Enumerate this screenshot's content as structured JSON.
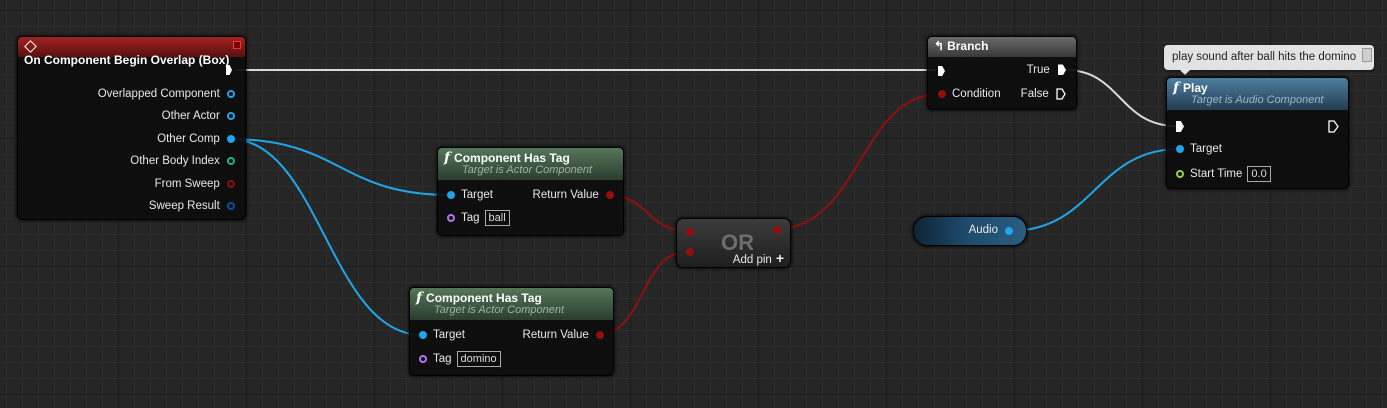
{
  "event_node": {
    "title": "On Component Begin Overlap (Box)",
    "outputs": [
      "Overlapped Component",
      "Other Actor",
      "Other Comp",
      "Other Body Index",
      "From Sweep",
      "Sweep Result"
    ]
  },
  "has_tag_1": {
    "title": "Component Has Tag",
    "subtitle": "Target is Actor Component",
    "target_label": "Target",
    "tag_label": "Tag",
    "tag_value": "ball",
    "return_label": "Return Value"
  },
  "has_tag_2": {
    "title": "Component Has Tag",
    "subtitle": "Target is Actor Component",
    "target_label": "Target",
    "tag_label": "Tag",
    "tag_value": "domino",
    "return_label": "Return Value"
  },
  "or_node": {
    "title": "OR",
    "add_pin_label": "Add pin"
  },
  "branch_node": {
    "title": "Branch",
    "condition_label": "Condition",
    "true_label": "True",
    "false_label": "False"
  },
  "audio_variable": {
    "label": "Audio"
  },
  "play_node": {
    "title": "Play",
    "subtitle": "Target is Audio Component",
    "target_label": "Target",
    "start_time_label": "Start Time",
    "start_time_value": "0.0"
  },
  "comment": {
    "text": "play sound after ball hits the domino"
  },
  "colors": {
    "object_pin": "#1fa6e8",
    "bool_pin": "#930f0f",
    "int_pin": "#1fb582",
    "name_pin": "#b277ef",
    "float_pin": "#9ad045",
    "exec_pin": "#ffffff",
    "struct_pin": "#0a4f9f"
  }
}
